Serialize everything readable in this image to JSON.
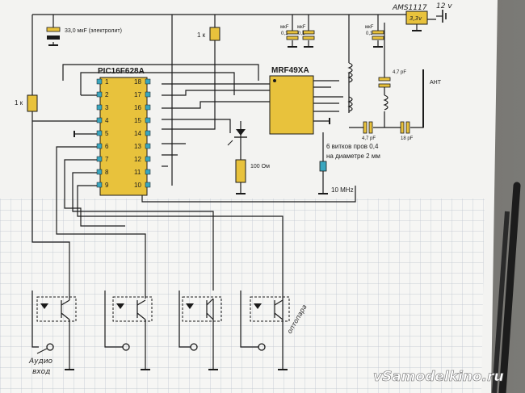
{
  "chips": {
    "mcu": "PIC16F628A",
    "rf": "MRF49XA",
    "regulator": "AMS1117",
    "regulator_value": "3,3v",
    "supply": "12 v"
  },
  "labels": {
    "cap_electrolytic": "33,0 мкF (электролит)",
    "res_1k_top": "1 к",
    "res_1k_left": "1 к",
    "cap_0_1_a_unit": "мкF",
    "cap_0_1_a_val": "0,1",
    "cap_0_1_b_unit": "мкF",
    "cap_0_1_b_val": "0,1",
    "cap_0_1_c_unit": "мкF",
    "cap_0_1_c_val": "0,1",
    "cap_4_7_top": "4,7 pF",
    "cap_4_7_bottom": "4,7 pF",
    "cap_18": "18 pF",
    "antenna": "АНТ",
    "res_100": "100 Ом",
    "coil_note_1": "6 витков пров 0,4",
    "coil_note_2": "на диаметре 2 мм",
    "crystal": "10 MHz",
    "optocoupler": "оптопара",
    "audio_in_1": "Аудио",
    "audio_in_2": "вход"
  },
  "pins_left": [
    "1",
    "2",
    "3",
    "4",
    "5",
    "6",
    "7",
    "8",
    "9"
  ],
  "pins_right": [
    "18",
    "17",
    "16",
    "15",
    "14",
    "13",
    "12",
    "11",
    "10"
  ],
  "watermark": "vSamodelkino.ru",
  "colors": {
    "chip_fill": "#e8c23c",
    "pin_fill": "#3aa6bf",
    "paper": "#f3f3f1",
    "grid_paper": "#f6f6f4",
    "grid_line": "#b9c0cc",
    "wire": "#1a1a1a"
  }
}
